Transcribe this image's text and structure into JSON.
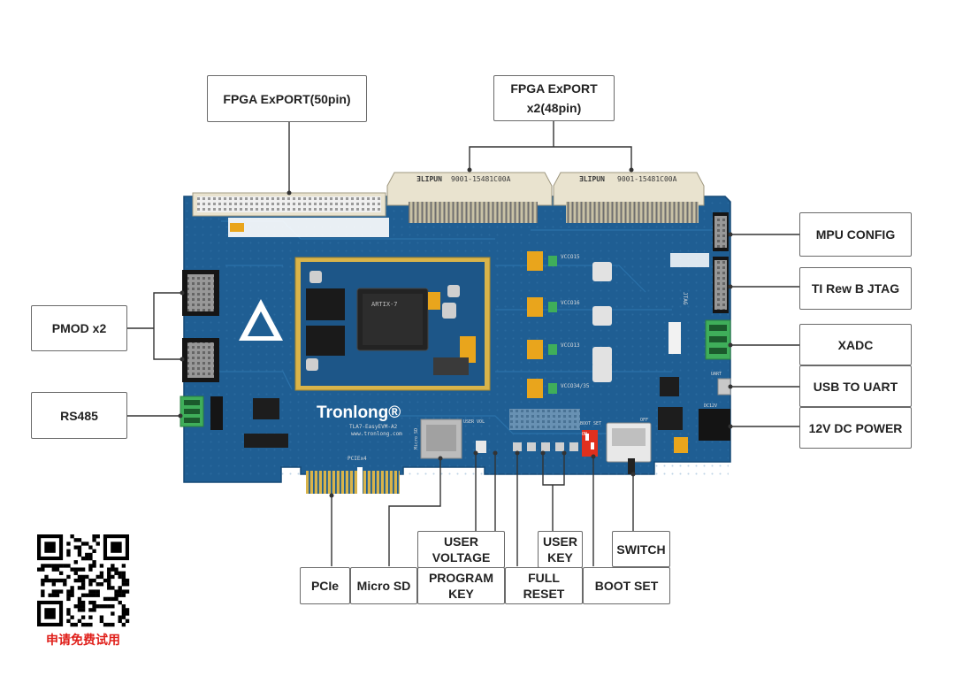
{
  "colors": {
    "board": "#1f5e93",
    "board_dark": "#164a77",
    "gold": "#d9b44a",
    "connector_body": "#e9e3cf",
    "label_border": "#6a6a6a",
    "callout_line": "#333333",
    "qr_caption": "#e0201b"
  },
  "labels": {
    "fpga_export_50": "FPGA ExPORT(50pin)",
    "fpga_export_48": "FPGA ExPORT\nx2(48pin)",
    "mpu_config": "MPU CONFIG",
    "ti_jtag": "TI Rew B JTAG",
    "pmod": "PMOD x2",
    "xadc": "XADC",
    "usb_uart": "USB TO UART",
    "rs485": "RS485",
    "dc_power": "12V DC POWER",
    "user_voltage": "USER\nVOLTAGE",
    "user_key": "USER\nKEY",
    "switch": "SWITCH",
    "pcie": "PCIe",
    "micro_sd": "Micro SD",
    "program_key": "PROGRAM\nKEY",
    "full_reset": "FULL RESET",
    "boot_set": "BOOT SET"
  },
  "board": {
    "brand": "Tronlong®",
    "model": "TLA7-EasyEVM-A2",
    "website": "www.tronlong.com",
    "connector_text": "9001-15481C00A",
    "connector_brand": "ƎLIPUN",
    "chip": "ARTIX-7",
    "pcie_silk": "PCIEx4",
    "user_vol_silk": "USER VOL",
    "microsd_silk": "Micro SD",
    "boot_silk": "BOOT SET",
    "on_silk": "ON",
    "off_silk": "OFF",
    "vcc_silk": [
      "VCCO15",
      "VCCO16",
      "VCCO13",
      "VCCO34/35"
    ],
    "jtag_silk": "JTAG",
    "uart_silk": "UART",
    "dc_silk": "DC12V"
  },
  "qr_caption": "申请免费试用"
}
